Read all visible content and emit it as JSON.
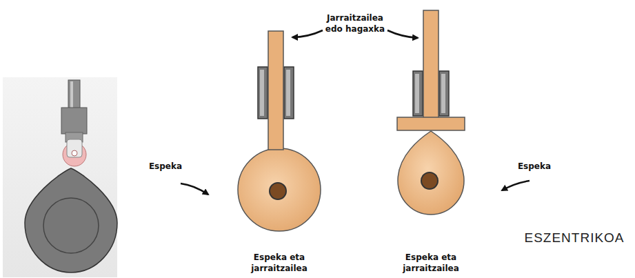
{
  "diagram": {
    "labels": [
      "Jarraitzailea edo hagaxka",
      "Espeka",
      "Espeka",
      "Espeka eta jarraitzailea",
      "Espeka eta jarraitzailea",
      "ESZENTRIKOA"
    ]
  }
}
